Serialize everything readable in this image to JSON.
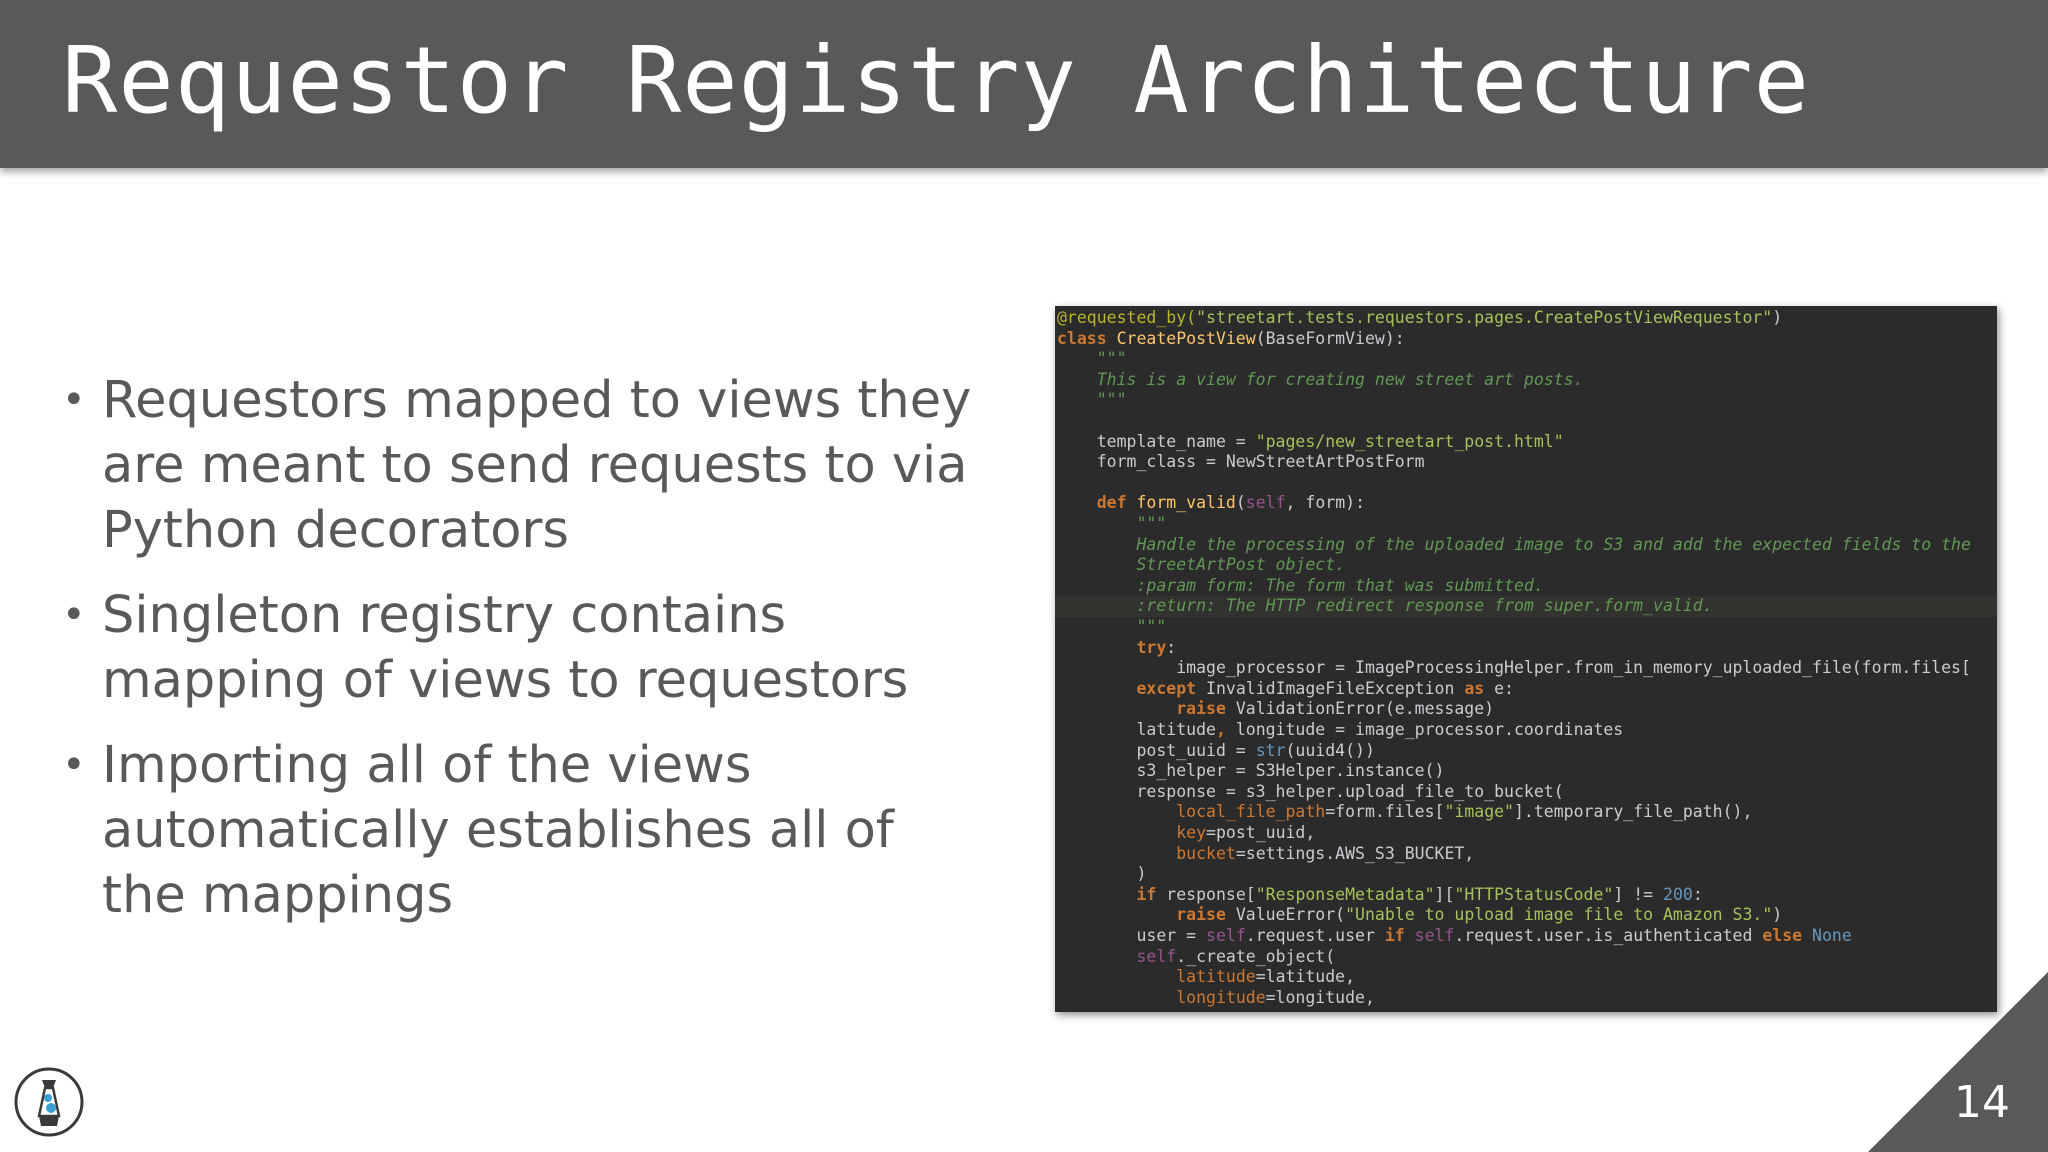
{
  "slide": {
    "title": "Requestor Registry Architecture",
    "page_number": "14"
  },
  "bullets": [
    {
      "bullet": "•",
      "text": "Requestors mapped to views they are meant to send requests to via Python decorators"
    },
    {
      "bullet": "•",
      "text": "Singleton registry contains mapping of views to requestors"
    },
    {
      "bullet": "•",
      "text": "Importing all of the views automatically establishes all of the mappings"
    }
  ],
  "code": {
    "l01": {
      "a": "@requested_by(",
      "b": "\"streetart.tests.requestors.pages.CreatePostViewRequestor\"",
      "c": ")"
    },
    "l02": {
      "a": "class",
      "b": " CreatePostView",
      "c": "(BaseFormView):"
    },
    "l03": {
      "a": "    \"\"\""
    },
    "l04": {
      "a": "    This is a view for creating new street art posts."
    },
    "l05": {
      "a": "    \"\"\""
    },
    "l07": {
      "a": "    template_name = ",
      "b": "\"pages/new_streetart_post.html\""
    },
    "l08": {
      "a": "    form_class = NewStreetArtPostForm"
    },
    "l10": {
      "a": "    ",
      "b": "def",
      "c": " form_valid",
      "d": "(",
      "e": "self",
      "f": ", form):"
    },
    "l11": {
      "a": "        \"\"\""
    },
    "l12": {
      "a": "        Handle the processing of the uploaded image to S3 and add the expected fields to the"
    },
    "l13": {
      "a": "        StreetArtPost object."
    },
    "l14": {
      "a": "        :param form: The form that was submitted."
    },
    "l15": {
      "a": "        :return: The HTTP redirect response from super.form_valid."
    },
    "l16": {
      "a": "        \"\"\""
    },
    "l17": {
      "a": "        ",
      "b": "try",
      "c": ":"
    },
    "l18": {
      "a": "            image_processor = ImageProcessingHelper.from_in_memory_uploaded_file(form.files["
    },
    "l19": {
      "a": "        ",
      "b": "except",
      "c": " InvalidImageFileException ",
      "d": "as",
      "e": " e:"
    },
    "l20": {
      "a": "            ",
      "b": "raise",
      "c": " ValidationError(e.message)"
    },
    "l21": {
      "a": "        latitude",
      "b": ",",
      "c": " longitude = image_processor.coordinates"
    },
    "l22": {
      "a": "        post_uuid = ",
      "b": "str",
      "c": "(uuid4())"
    },
    "l23": {
      "a": "        s3_helper = S3Helper.instance()"
    },
    "l24": {
      "a": "        response = s3_helper.upload_file_to_bucket("
    },
    "l25": {
      "a": "            ",
      "b": "local_file_path",
      "c": "=form.files[",
      "d": "\"image\"",
      "e": "].temporary_file_path(),"
    },
    "l26": {
      "a": "            ",
      "b": "key",
      "c": "=post_uuid,"
    },
    "l27": {
      "a": "            ",
      "b": "bucket",
      "c": "=settings.AWS_S3_BUCKET,"
    },
    "l28": {
      "a": "        )"
    },
    "l29": {
      "a": "        ",
      "b": "if",
      "c": " response[",
      "d": "\"ResponseMetadata\"",
      "e": "][",
      "f": "\"HTTPStatusCode\"",
      "g": "] != ",
      "h": "200",
      "i": ":"
    },
    "l30": {
      "a": "            ",
      "b": "raise",
      "c": " ValueError(",
      "d": "\"Unable to upload image file to Amazon S3.\"",
      "e": ")"
    },
    "l31": {
      "a": "        user = ",
      "b": "self",
      "c": ".request.user ",
      "d": "if",
      "e": " ",
      "f": "self",
      "g": ".request.user.is_authenticated ",
      "h": "else",
      "i": " ",
      "j": "None"
    },
    "l32": {
      "a": "        ",
      "b": "self",
      "c": "._create_object("
    },
    "l33": {
      "a": "            ",
      "b": "latitude",
      "c": "=latitude,"
    },
    "l34": {
      "a": "            ",
      "b": "longitude",
      "c": "=longitude,"
    }
  },
  "colors": {
    "title_bar": "#595959",
    "body_text": "#595959",
    "code_background": "#2b2b2b",
    "keyword": "#cc7832",
    "string": "#a5c25c",
    "docstring": "#629755",
    "number": "#6897bb",
    "self_param": "#94558d",
    "decorator": "#bbb529"
  },
  "icons": {
    "logo": "lava-lamp-logo-icon"
  }
}
